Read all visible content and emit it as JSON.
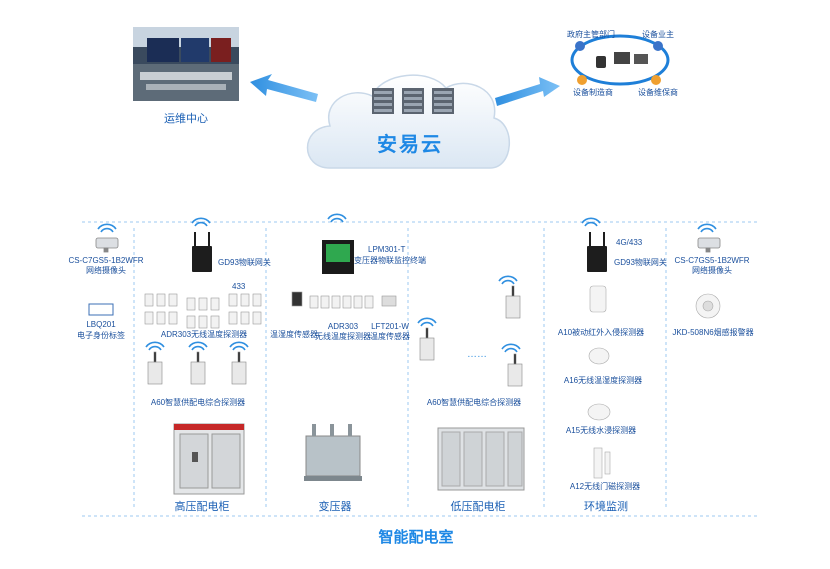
{
  "top": {
    "ops_center": "运维中心",
    "cloud": "安易云",
    "users": {
      "gov": "政府主管部门",
      "owner": "设备业主",
      "maker": "设备制造商",
      "maint": "设备维保商"
    }
  },
  "sections": {
    "hv": "高压配电柜",
    "transformer": "变压器",
    "lv": "低压配电柜",
    "env": "环境监测"
  },
  "room_title": "智能配电室",
  "devices": {
    "cam_left_model": "CS-C7GS5-1B2WFR",
    "cam_left_name": "网络摄像头",
    "lbq_model": "LBQ201",
    "lbq_name": "电子身份标签",
    "gw1": "GD93物联网关",
    "freq433_1": "433",
    "adr303_hv": "ADR303无线温度探测器",
    "a60_hv": "A60智慧供配电综合探测器",
    "lpm301_model": "LPM301-T",
    "lpm301_name": "变压器物联监控终端",
    "tr_temp": "温湿度传感器",
    "adr303_tr_model": "ADR303",
    "adr303_tr_name": "无线温度探测器",
    "lft201_model": "LFT201-W",
    "lft201_name": "温度传感器",
    "a60_lv": "A60智慧供配电综合探测器",
    "dots": "……",
    "freq433_2": "4G/433",
    "gw2": "GD93物联网关",
    "cam_right_model": "CS-C7GS5-1B2WFR",
    "cam_right_name": "网络摄像头",
    "a10": "A10被动红外入侵探测器",
    "jkd": "JKD-508N6烟感报警器",
    "a16": "A16无线温湿度探测器",
    "a15": "A15无线水浸探测器",
    "a12": "A12无线门磁探测器"
  },
  "colors": {
    "accent": "#1e88e5",
    "label": "#1a4f9c",
    "dash": "#9ec9f0"
  }
}
